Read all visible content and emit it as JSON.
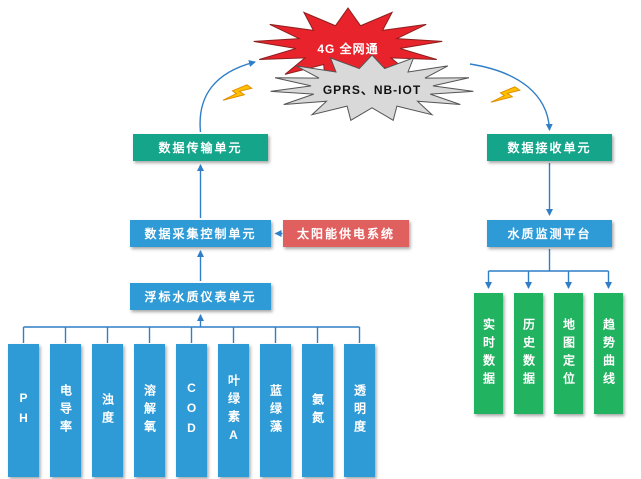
{
  "cloud": {
    "burst_top": "4G 全网通",
    "burst_bottom": "GPRS、NB-IOT"
  },
  "nodes": {
    "transmission": "数据传输单元",
    "receiving": "数据接收单元",
    "acquisition": "数据采集控制单元",
    "solar": "太阳能供电系统",
    "platform": "水质监测平台",
    "buoy": "浮标水质仪表单元"
  },
  "sensors": [
    "PH",
    "电导率",
    "浊度",
    "溶解氧",
    "COD",
    "叶绿素A",
    "蓝绿藻",
    "氨氮",
    "透明度"
  ],
  "features": [
    "实时数据",
    "历史数据",
    "地图定位",
    "趋势曲线"
  ],
  "icons": {
    "lightning_left": "lightning-bolt",
    "lightning_right": "lightning-bolt"
  },
  "colors": {
    "teal": "#14a58b",
    "blue": "#2e9bd6",
    "red_box": "#e06060",
    "green": "#21b35f",
    "burst_red": "#e8232b",
    "burst_gray": "#d9d9d9",
    "connector": "#2f7ec7",
    "bolt": "#ffc000"
  }
}
